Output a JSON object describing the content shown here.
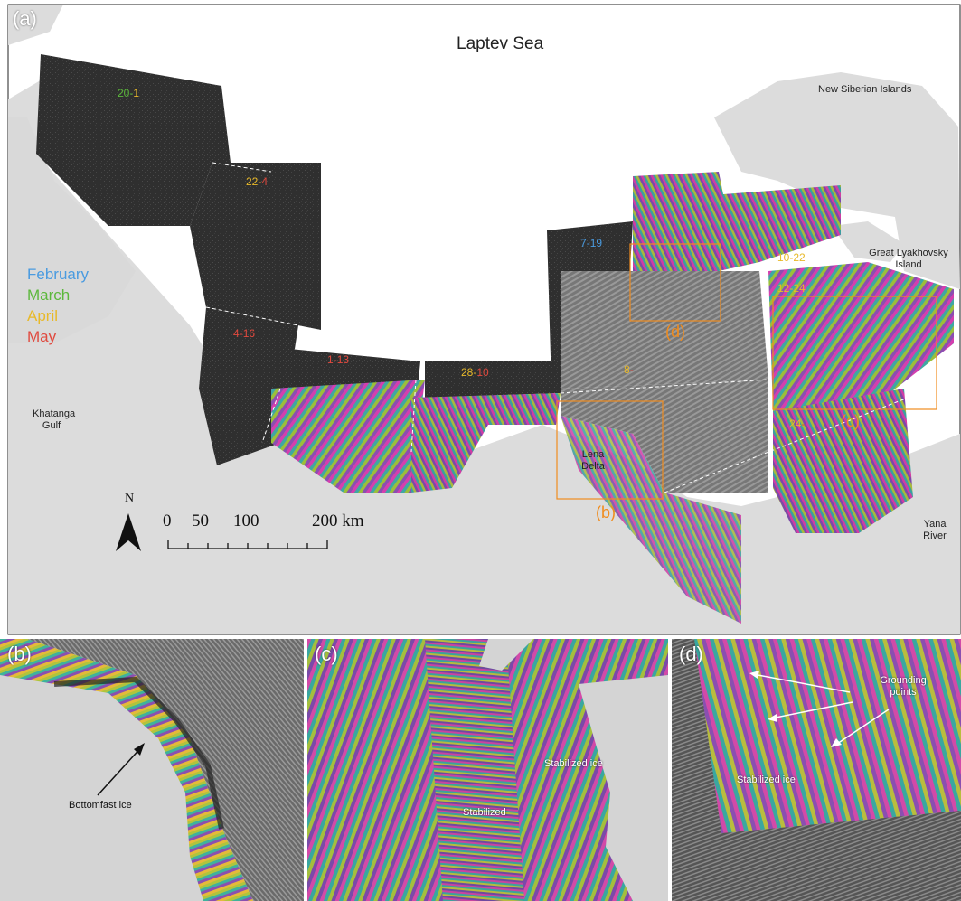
{
  "panels": {
    "a": {
      "label": "(a)"
    },
    "b": {
      "label": "(b)",
      "annotation": "Bottomfast ice"
    },
    "c": {
      "label": "(c)",
      "annotations": [
        "Stabilized ice",
        "Stabilized"
      ]
    },
    "d": {
      "label": "(d)",
      "annotations": [
        "Grounding points",
        "Stabilized ice"
      ]
    }
  },
  "map": {
    "sea_title": "Laptev Sea",
    "places": {
      "new_siberian": "New Siberian Islands",
      "great_lyakhovsky": "Great Lyakhovsky Island",
      "khatanga": "Khatanga Gulf",
      "lena": "Lena Delta",
      "yana": "Yana River"
    },
    "legend": [
      {
        "label": "February",
        "color": "#4a9be0"
      },
      {
        "label": "March",
        "color": "#5cb83c"
      },
      {
        "label": "April",
        "color": "#e8b92a"
      },
      {
        "label": "May",
        "color": "#e0493e"
      }
    ],
    "pairs": {
      "p1": {
        "a": "20",
        "sep": "-",
        "b": "1",
        "color_a": "#5cb83c",
        "color_b": "#e8b92a"
      },
      "p2": {
        "a": "22",
        "sep": "-",
        "b": "4",
        "color_a": "#e8b92a",
        "color_b": "#e0493e"
      },
      "p3": {
        "a": "4",
        "sep": "-",
        "b": "16",
        "color_a": "#e0493e",
        "color_b": "#e0493e"
      },
      "p4": {
        "a": "1",
        "sep": "-",
        "b": "13",
        "color_a": "#e0493e",
        "color_b": "#e0493e"
      },
      "p5": {
        "a": "28",
        "sep": "-",
        "b": "10",
        "color_a": "#e8b92a",
        "color_b": "#e0493e"
      },
      "p6": {
        "a": "8",
        "sep": "-",
        "b": "",
        "color_a": "#e8b92a",
        "color_b": "#e0493e"
      },
      "p7": {
        "a": "7",
        "sep": "-",
        "b": "19",
        "color_a": "#4a9be0",
        "color_b": "#4a9be0"
      },
      "p8": {
        "a": "10",
        "sep": "-",
        "b": "22",
        "color_a": "#e8b92a",
        "color_b": "#e8b92a"
      },
      "p9": {
        "a": "12",
        "sep": "-",
        "b": "24",
        "color_a": "#e8b92a",
        "color_b": "#e8b92a"
      },
      "p10": {
        "a": "24",
        "sep": "-",
        "b": "",
        "color_a": "#e8b92a",
        "color_b": "#e0493e"
      }
    },
    "boxes": {
      "b": "(b)",
      "c": "(c)",
      "d": "(d)"
    },
    "box_color": "#f08c1e",
    "north": "N",
    "scale": {
      "ticks": [
        "0",
        "50",
        "100",
        "200 km"
      ]
    }
  }
}
